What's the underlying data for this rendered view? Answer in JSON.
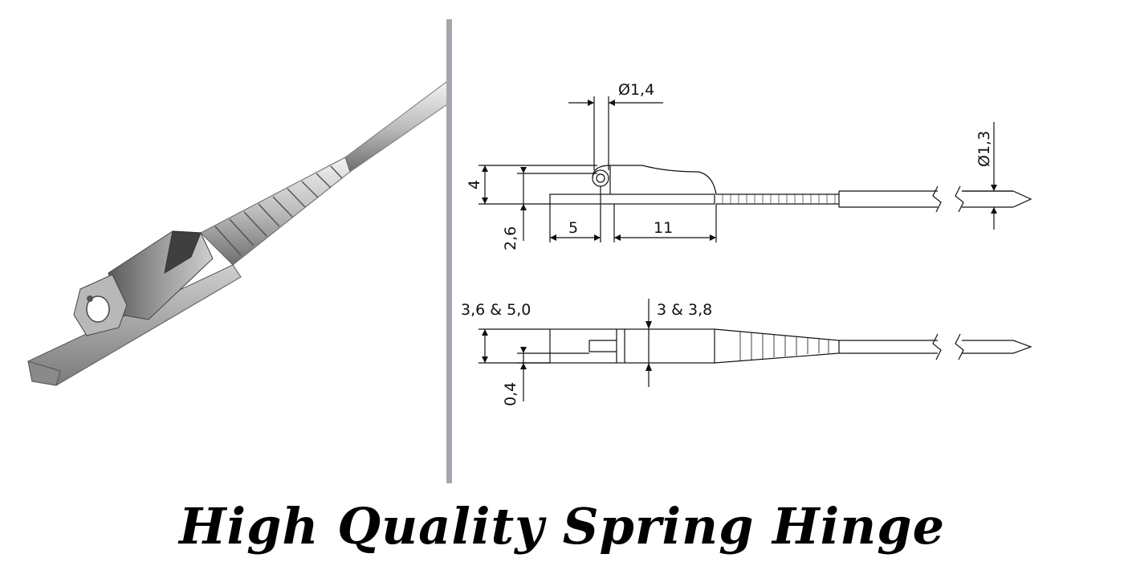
{
  "title": "High Quality Spring Hinge",
  "side_view": {
    "dims": {
      "diameter_eye": "Ø1,4",
      "diameter_tip": "Ø1,3",
      "height": "4",
      "offset": "2,6",
      "len_a": "5",
      "len_b": "11"
    }
  },
  "top_view": {
    "dims": {
      "width": "3,6 & 5,0",
      "center": "3 & 3,8",
      "gap": "0,4"
    }
  },
  "colors": {
    "divider": "#a3a6ad",
    "line": "#111111",
    "metal_light": "#d9d9d9",
    "metal_dark": "#6b6b6b"
  }
}
